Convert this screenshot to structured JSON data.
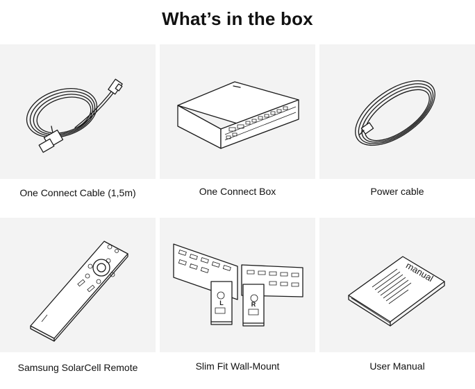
{
  "title": "What’s in the box",
  "items": [
    {
      "label": "One Connect Cable (1,5m)",
      "icon": "one-connect-cable-icon"
    },
    {
      "label": "One Connect Box",
      "icon": "one-connect-box-icon"
    },
    {
      "label": "Power cable",
      "icon": "power-cable-icon"
    },
    {
      "label": "Samsung SolarCell Remote",
      "icon": "solarcell-remote-icon"
    },
    {
      "label": "Slim Fit Wall-Mount",
      "icon": "wall-mount-icon"
    },
    {
      "label": "User Manual",
      "icon": "user-manual-icon"
    }
  ],
  "illustration_text": {
    "manual_cover": "manual",
    "mount_left": "L",
    "mount_right": "R"
  }
}
